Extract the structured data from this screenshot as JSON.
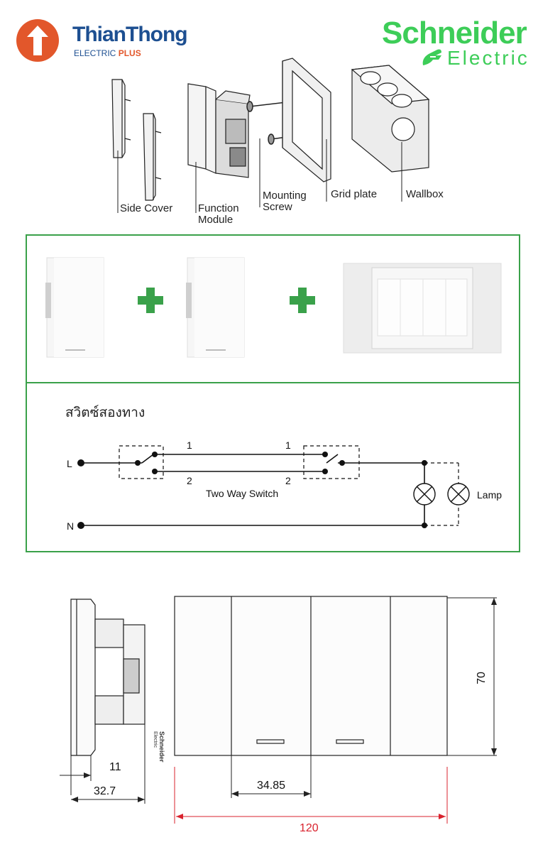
{
  "brand_left": {
    "name": "ThianThong",
    "sub_prefix": "ELECTRIC ",
    "sub_accent": "PLUS"
  },
  "brand_right": {
    "name": "Schneider",
    "sub": "Electric"
  },
  "parts": {
    "side_cover": "Side Cover",
    "function_module_1": "Function",
    "function_module_2": "Module",
    "mounting_screw_1": "Mounting",
    "mounting_screw_2": "Screw",
    "grid_plate": "Grid plate",
    "wallbox": "Wallbox"
  },
  "wiring": {
    "title": "สวิตซ์สองทาง",
    "L": "L",
    "N": "N",
    "t1a": "1",
    "t1b": "1",
    "t2a": "2",
    "t2b": "2",
    "caption": "Two Way Switch",
    "lamp": "Lamp"
  },
  "dimensions": {
    "d11": "11",
    "d32": "32.7",
    "d34": "34.85",
    "d120": "120",
    "d70": "70",
    "plate_logo_1": "Schneider",
    "plate_logo_2": "Electric"
  },
  "colors": {
    "green": "#3aa14a",
    "schneider_green": "#3dcd58",
    "red": "#d9232e",
    "orange": "#e2572b",
    "blue": "#1d4f91"
  }
}
